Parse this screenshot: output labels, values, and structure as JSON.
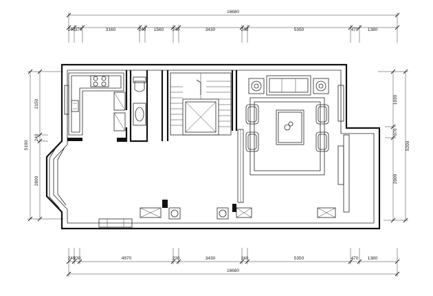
{
  "dimensions": {
    "top_total": "16680",
    "top_segments": [
      "240",
      "370",
      "3160",
      "240",
      "1560",
      "240",
      "3430",
      "240",
      "5350",
      "470",
      "1380"
    ],
    "bottom_total": "16680",
    "bottom_segments": [
      "240",
      "230",
      "4970",
      "230",
      "3430",
      "240",
      "5350",
      "470",
      "1380"
    ],
    "left_total": "5190",
    "left_segments": [
      "2150",
      "240",
      "2800"
    ],
    "right_total": "5200",
    "right_segments": [
      "1930",
      "370",
      "2900"
    ]
  },
  "colors": {
    "line": "#111111",
    "background": "#ffffff"
  }
}
